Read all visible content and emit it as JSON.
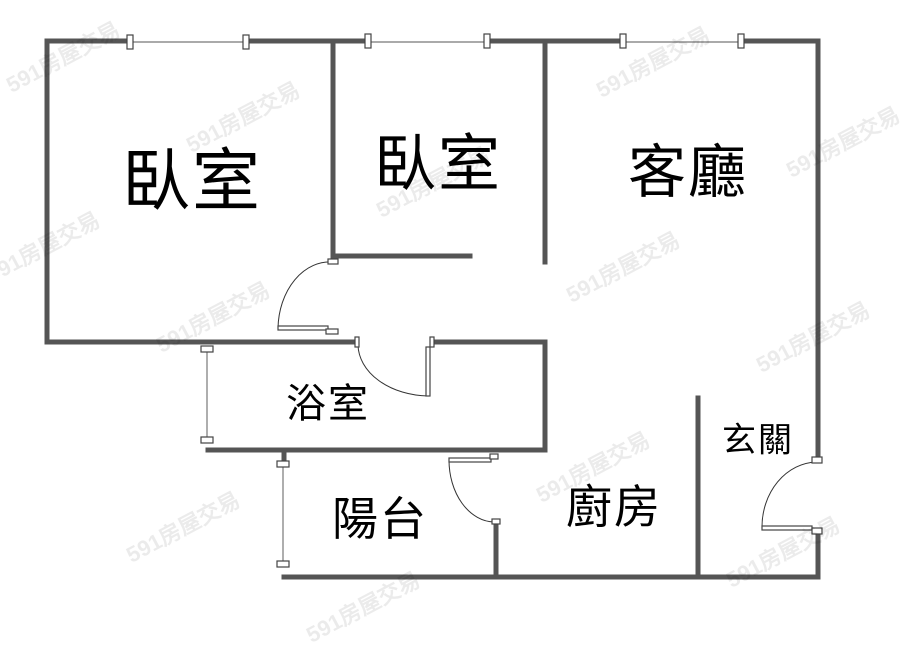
{
  "floorplan": {
    "rooms": [
      {
        "id": "bedroom-1",
        "label": "臥室"
      },
      {
        "id": "bedroom-2",
        "label": "臥室"
      },
      {
        "id": "living-room",
        "label": "客廳"
      },
      {
        "id": "bathroom",
        "label": "浴室"
      },
      {
        "id": "balcony",
        "label": "陽台"
      },
      {
        "id": "kitchen",
        "label": "廚房"
      },
      {
        "id": "entrance",
        "label": "玄關"
      }
    ],
    "watermark": "591房屋交易",
    "colors": {
      "wall": "#555555",
      "text": "#000000",
      "background": "#ffffff"
    }
  }
}
